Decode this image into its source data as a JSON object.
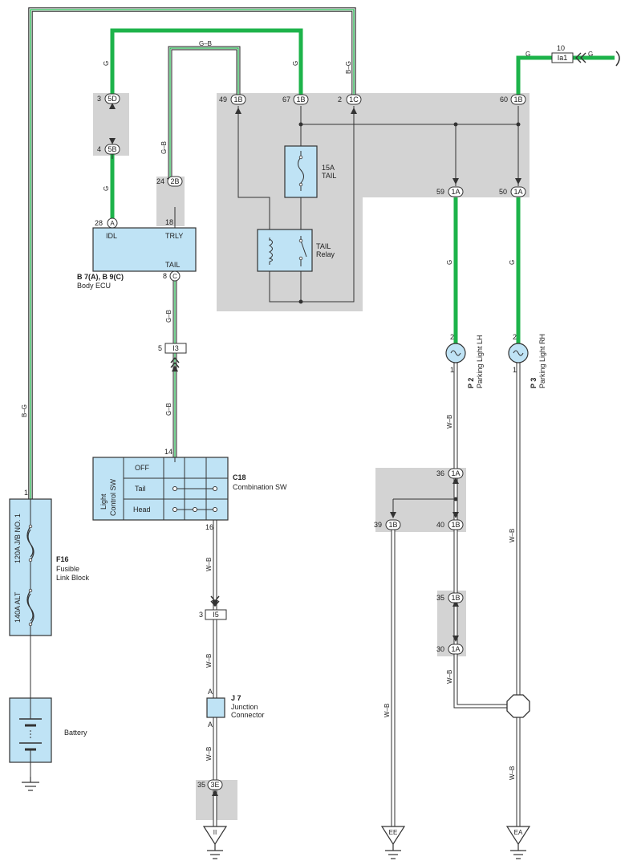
{
  "colors": {
    "green": "#1db34a",
    "ground_box": "#d3d3d3",
    "component_fill": "#bfe3f5",
    "wire_dark": "#333333"
  },
  "wire_labels": {
    "g": "G",
    "gb": "G–B",
    "bg": "B–G",
    "wb": "W–B"
  },
  "connectors": {
    "c5d": "5D",
    "c5b": "5B",
    "c2b": "2B",
    "c1b": "1B",
    "c1c": "1C",
    "c1a": "1A",
    "ca": "A",
    "cc": "C",
    "ci3": "I3",
    "ci5": "I5",
    "cia1": "Ia1",
    "c3e": "3E"
  },
  "pins": {
    "p3": "3",
    "p4": "4",
    "p24": "24",
    "p28": "28",
    "p18": "18",
    "p8": "8",
    "p5": "5",
    "p14": "14",
    "p16": "16",
    "p1": "1",
    "p49": "49",
    "p67": "67",
    "p2": "2",
    "p60": "60",
    "p10": "10",
    "p59": "59",
    "p50": "50",
    "p36": "36",
    "p39": "39",
    "p40": "40",
    "p35": "35",
    "p30": "30",
    "p2lh": "2",
    "p1lh": "1",
    "p2rh": "2",
    "p1rh": "1",
    "pjA1": "A",
    "pjA2": "A",
    "p35b": "35"
  },
  "body_ecu": {
    "idl": "IDL",
    "trly": "TRLY",
    "tail": "TAIL",
    "code": "B 7(A), B 9(C)",
    "name": "Body ECU"
  },
  "fuse": {
    "rating": "15A",
    "name": "TAIL"
  },
  "relay": {
    "line1": "TAIL",
    "line2": "Relay"
  },
  "comb_sw": {
    "label1": "Light",
    "label2": "Control SW",
    "off": "OFF",
    "tail": "Tail",
    "head": "Head",
    "code": "C18",
    "name": "Combination SW"
  },
  "parking_lh": {
    "code": "P 2",
    "name": "Parking Light LH"
  },
  "parking_rh": {
    "code": "P 3",
    "name": "Parking Light RH"
  },
  "fusible": {
    "code": "F16",
    "name1": "Fusible",
    "name2": "Link Block",
    "fuse1": "120A J/B NO. 1",
    "fuse2": "140A ALT"
  },
  "battery": {
    "name": "Battery"
  },
  "junction": {
    "code": "J 7",
    "name1": "Junction",
    "name2": "Connector"
  },
  "grounds": {
    "ii": "II",
    "ee": "EE",
    "ea": "EA"
  }
}
